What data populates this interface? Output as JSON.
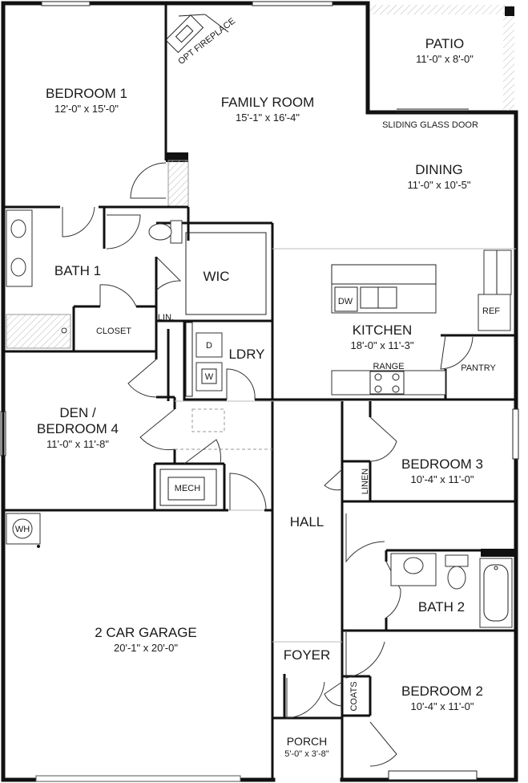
{
  "rooms": {
    "bedroom1": {
      "name": "BEDROOM 1",
      "dims": "12'-0\" x 15'-0\""
    },
    "family_room": {
      "name": "FAMILY ROOM",
      "dims": "15'-1\" x 16'-4\""
    },
    "patio": {
      "name": "PATIO",
      "dims": "11'-0\" x 8'-0\""
    },
    "dining": {
      "name": "DINING",
      "dims": "11'-0\" x 10'-5\""
    },
    "kitchen": {
      "name": "KITCHEN",
      "dims": "18'-0\" x 11'-3\""
    },
    "den": {
      "name_line1": "DEN /",
      "name_line2": "BEDROOM 4",
      "dims": "11'-0\" x 11'-8\""
    },
    "bedroom3": {
      "name": "BEDROOM 3",
      "dims": "10'-4\" x 11'-0\""
    },
    "garage": {
      "name": "2 CAR GARAGE",
      "dims": "20'-1\" x 20'-0\""
    },
    "bedroom2": {
      "name": "BEDROOM 2",
      "dims": "10'-4\" x 11'-0\""
    },
    "porch": {
      "name": "PORCH",
      "dims": "5'-0\" x 3'-8\""
    }
  },
  "labels": {
    "bath1": "BATH 1",
    "wic": "WIC",
    "closet": "CLOSET",
    "lin_short": "LIN.",
    "ldry": "LDRY",
    "mech": "MECH",
    "hall": "HALL",
    "foyer": "FOYER",
    "bath2": "BATH 2",
    "linen": "LINEN",
    "coats": "COATS",
    "pantry": "PANTRY",
    "ref": "REF",
    "range": "RANGE",
    "dw": "DW",
    "washer": "W",
    "dryer": "D",
    "wh": "WH",
    "sliding_glass_door": "SLIDING GLASS DOOR",
    "opt_fireplace": "OPT FIREPLACE"
  }
}
